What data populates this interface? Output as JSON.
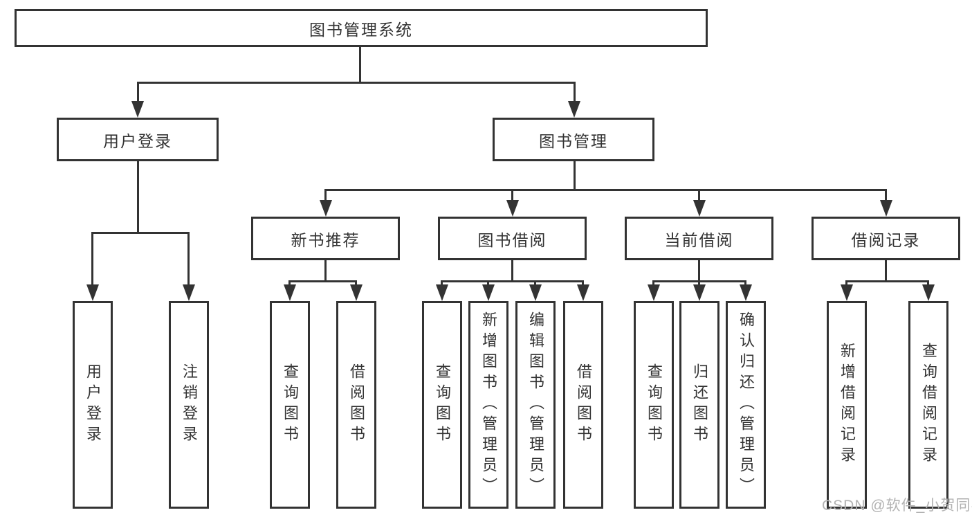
{
  "root_label": "图书管理系统",
  "branches": [
    {
      "label": "用户登录",
      "children": [
        {
          "label": "用户登录"
        },
        {
          "label": "注销登录"
        }
      ]
    },
    {
      "label": "图书管理",
      "children": [
        {
          "label": "新书推荐",
          "children": [
            {
              "label": "查询图书"
            },
            {
              "label": "借阅图书"
            }
          ]
        },
        {
          "label": "图书借阅",
          "children": [
            {
              "label": "查询图书"
            },
            {
              "label": "新增图书（管理员）"
            },
            {
              "label": "编辑图书（管理员）"
            },
            {
              "label": "借阅图书"
            }
          ]
        },
        {
          "label": "当前借阅",
          "children": [
            {
              "label": "查询图书"
            },
            {
              "label": "归还图书"
            },
            {
              "label": "确认归还（管理员）"
            }
          ]
        },
        {
          "label": "借阅记录",
          "children": [
            {
              "label": "新增借阅记录"
            },
            {
              "label": "查询借阅记录"
            }
          ]
        }
      ]
    }
  ],
  "watermark": {
    "text": "CSDN @软件_小贺同学"
  },
  "colors": {
    "line": "#333333",
    "text": "#333333",
    "watermark": "#b3b3b3",
    "background": "#ffffff"
  }
}
